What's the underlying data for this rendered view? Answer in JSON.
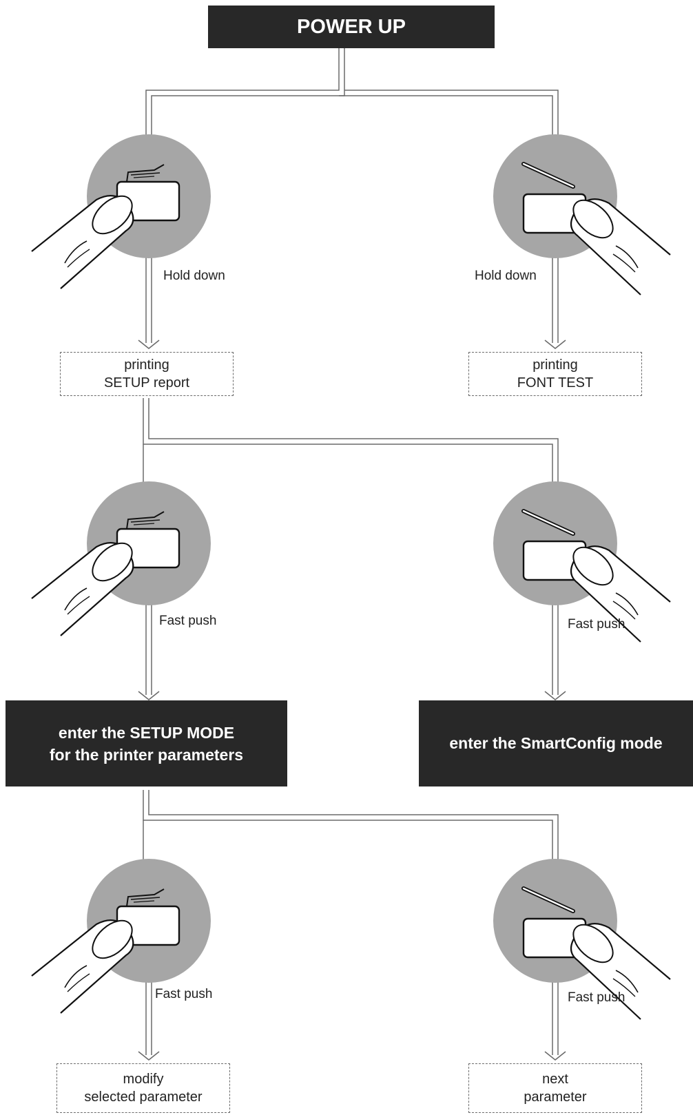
{
  "power_up": "POWER UP",
  "steps": {
    "row1_left_action": "Hold down",
    "row1_right_action": "Hold down",
    "row2_left_action": "Fast push",
    "row2_right_action": "Fast push",
    "row3_left_action": "Fast push",
    "row3_right_action": "Fast push"
  },
  "results": {
    "setup_report": [
      "printing",
      "SETUP report"
    ],
    "font_test": [
      "printing",
      "FONT TEST"
    ],
    "modify_parameter": [
      "modify",
      "selected parameter"
    ],
    "next_parameter": [
      "next",
      "parameter"
    ]
  },
  "modes": {
    "setup_mode": [
      "enter the SETUP MODE",
      "for the printer parameters"
    ],
    "smartconfig_mode": "enter the SmartConfig mode"
  },
  "icons": {
    "left_button": "feed-button-icon",
    "right_button": "cover-button-icon",
    "finger": "finger-press-icon"
  },
  "colors": {
    "dark_box": "#282828",
    "circle": "#a6a6a6",
    "connector": "#6a6a6a"
  }
}
